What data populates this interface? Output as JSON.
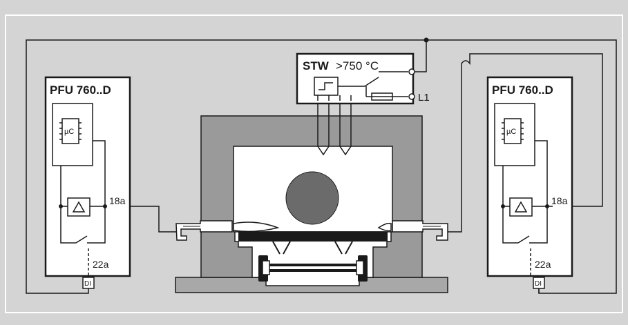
{
  "colors": {
    "background": "#d4d4d4",
    "furnace_wall": "#9a9a9a",
    "furnace_base": "#a8a8a8",
    "workpiece": "#6b6b6b",
    "line": "#1a1a1a",
    "box_fill": "#ffffff"
  },
  "controllers": {
    "left": {
      "title": "PFU 760..D",
      "mc_label": "µC",
      "terminal_top": "18a",
      "terminal_bottom": "22a",
      "input_label": "DI"
    },
    "right": {
      "title": "PFU 760..D",
      "mc_label": "µC",
      "terminal_top": "18a",
      "terminal_bottom": "22a",
      "input_label": "DI"
    }
  },
  "stw": {
    "name": "STW",
    "threshold": ">750 °C",
    "line_label": "L1"
  },
  "icons": [
    "microcontroller-icon",
    "triangle-amplifier-icon",
    "hysteresis-icon",
    "fuse-icon",
    "burner-icon",
    "workpiece-icon"
  ]
}
